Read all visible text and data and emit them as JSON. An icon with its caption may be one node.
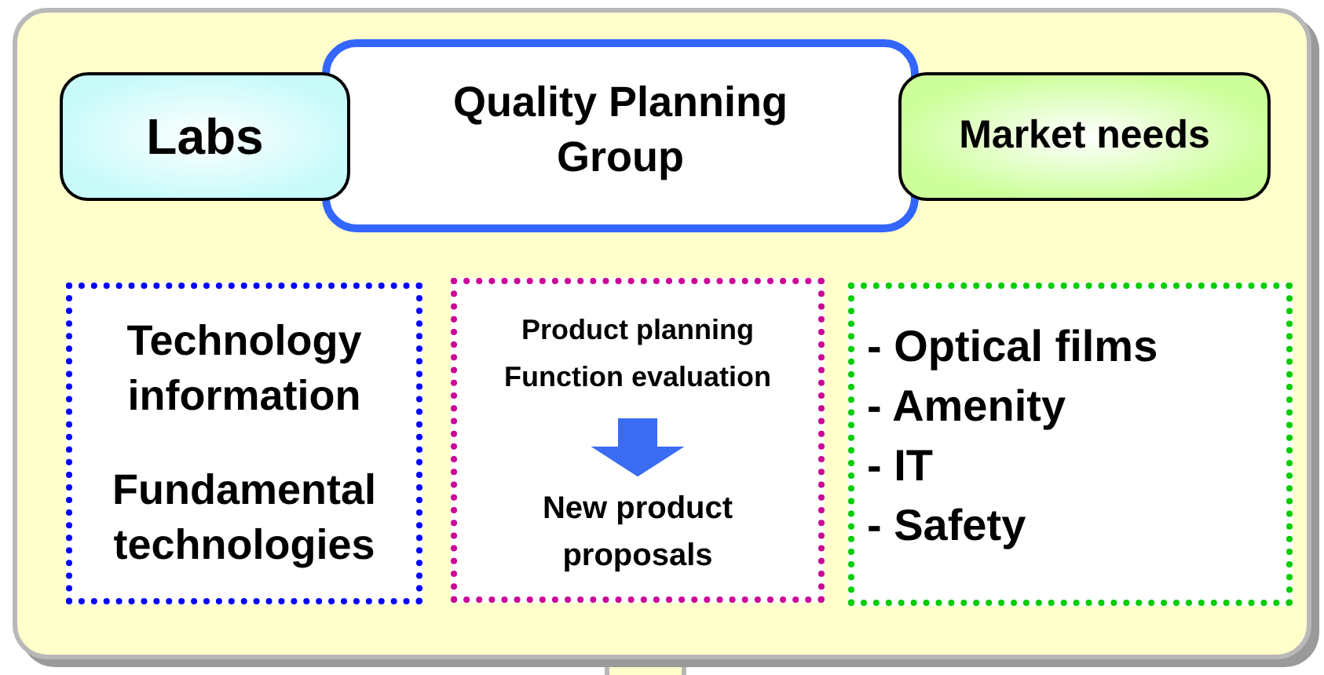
{
  "diagram": {
    "nodes": [
      {
        "text": [],
        "shape": "box"
      },
      {
        "text": [
          "Quality Planning Group"
        ],
        "in": 0
      },
      {
        "text": [
          "Labs"
        ],
        "in": 0
      },
      {
        "text": [
          "Market needs"
        ],
        "in": 0
      },
      {
        "text": [
          "Technology information",
          "Fundamental technologies"
        ],
        "in": 0
      },
      {
        "text": [],
        "shape": "box",
        "in": 0
      },
      {
        "text": [
          "Product planning",
          "Function evaluation"
        ],
        "in": 5
      },
      {
        "text": [
          "New product proposals"
        ],
        "in": 5
      },
      {
        "text": [
          "- Optical films",
          "- Amenity",
          "- IT",
          "- Safety"
        ],
        "in": 0
      }
    ],
    "edges": [
      {
        "from": 6,
        "to": 7,
        "arrow": "to"
      }
    ]
  }
}
